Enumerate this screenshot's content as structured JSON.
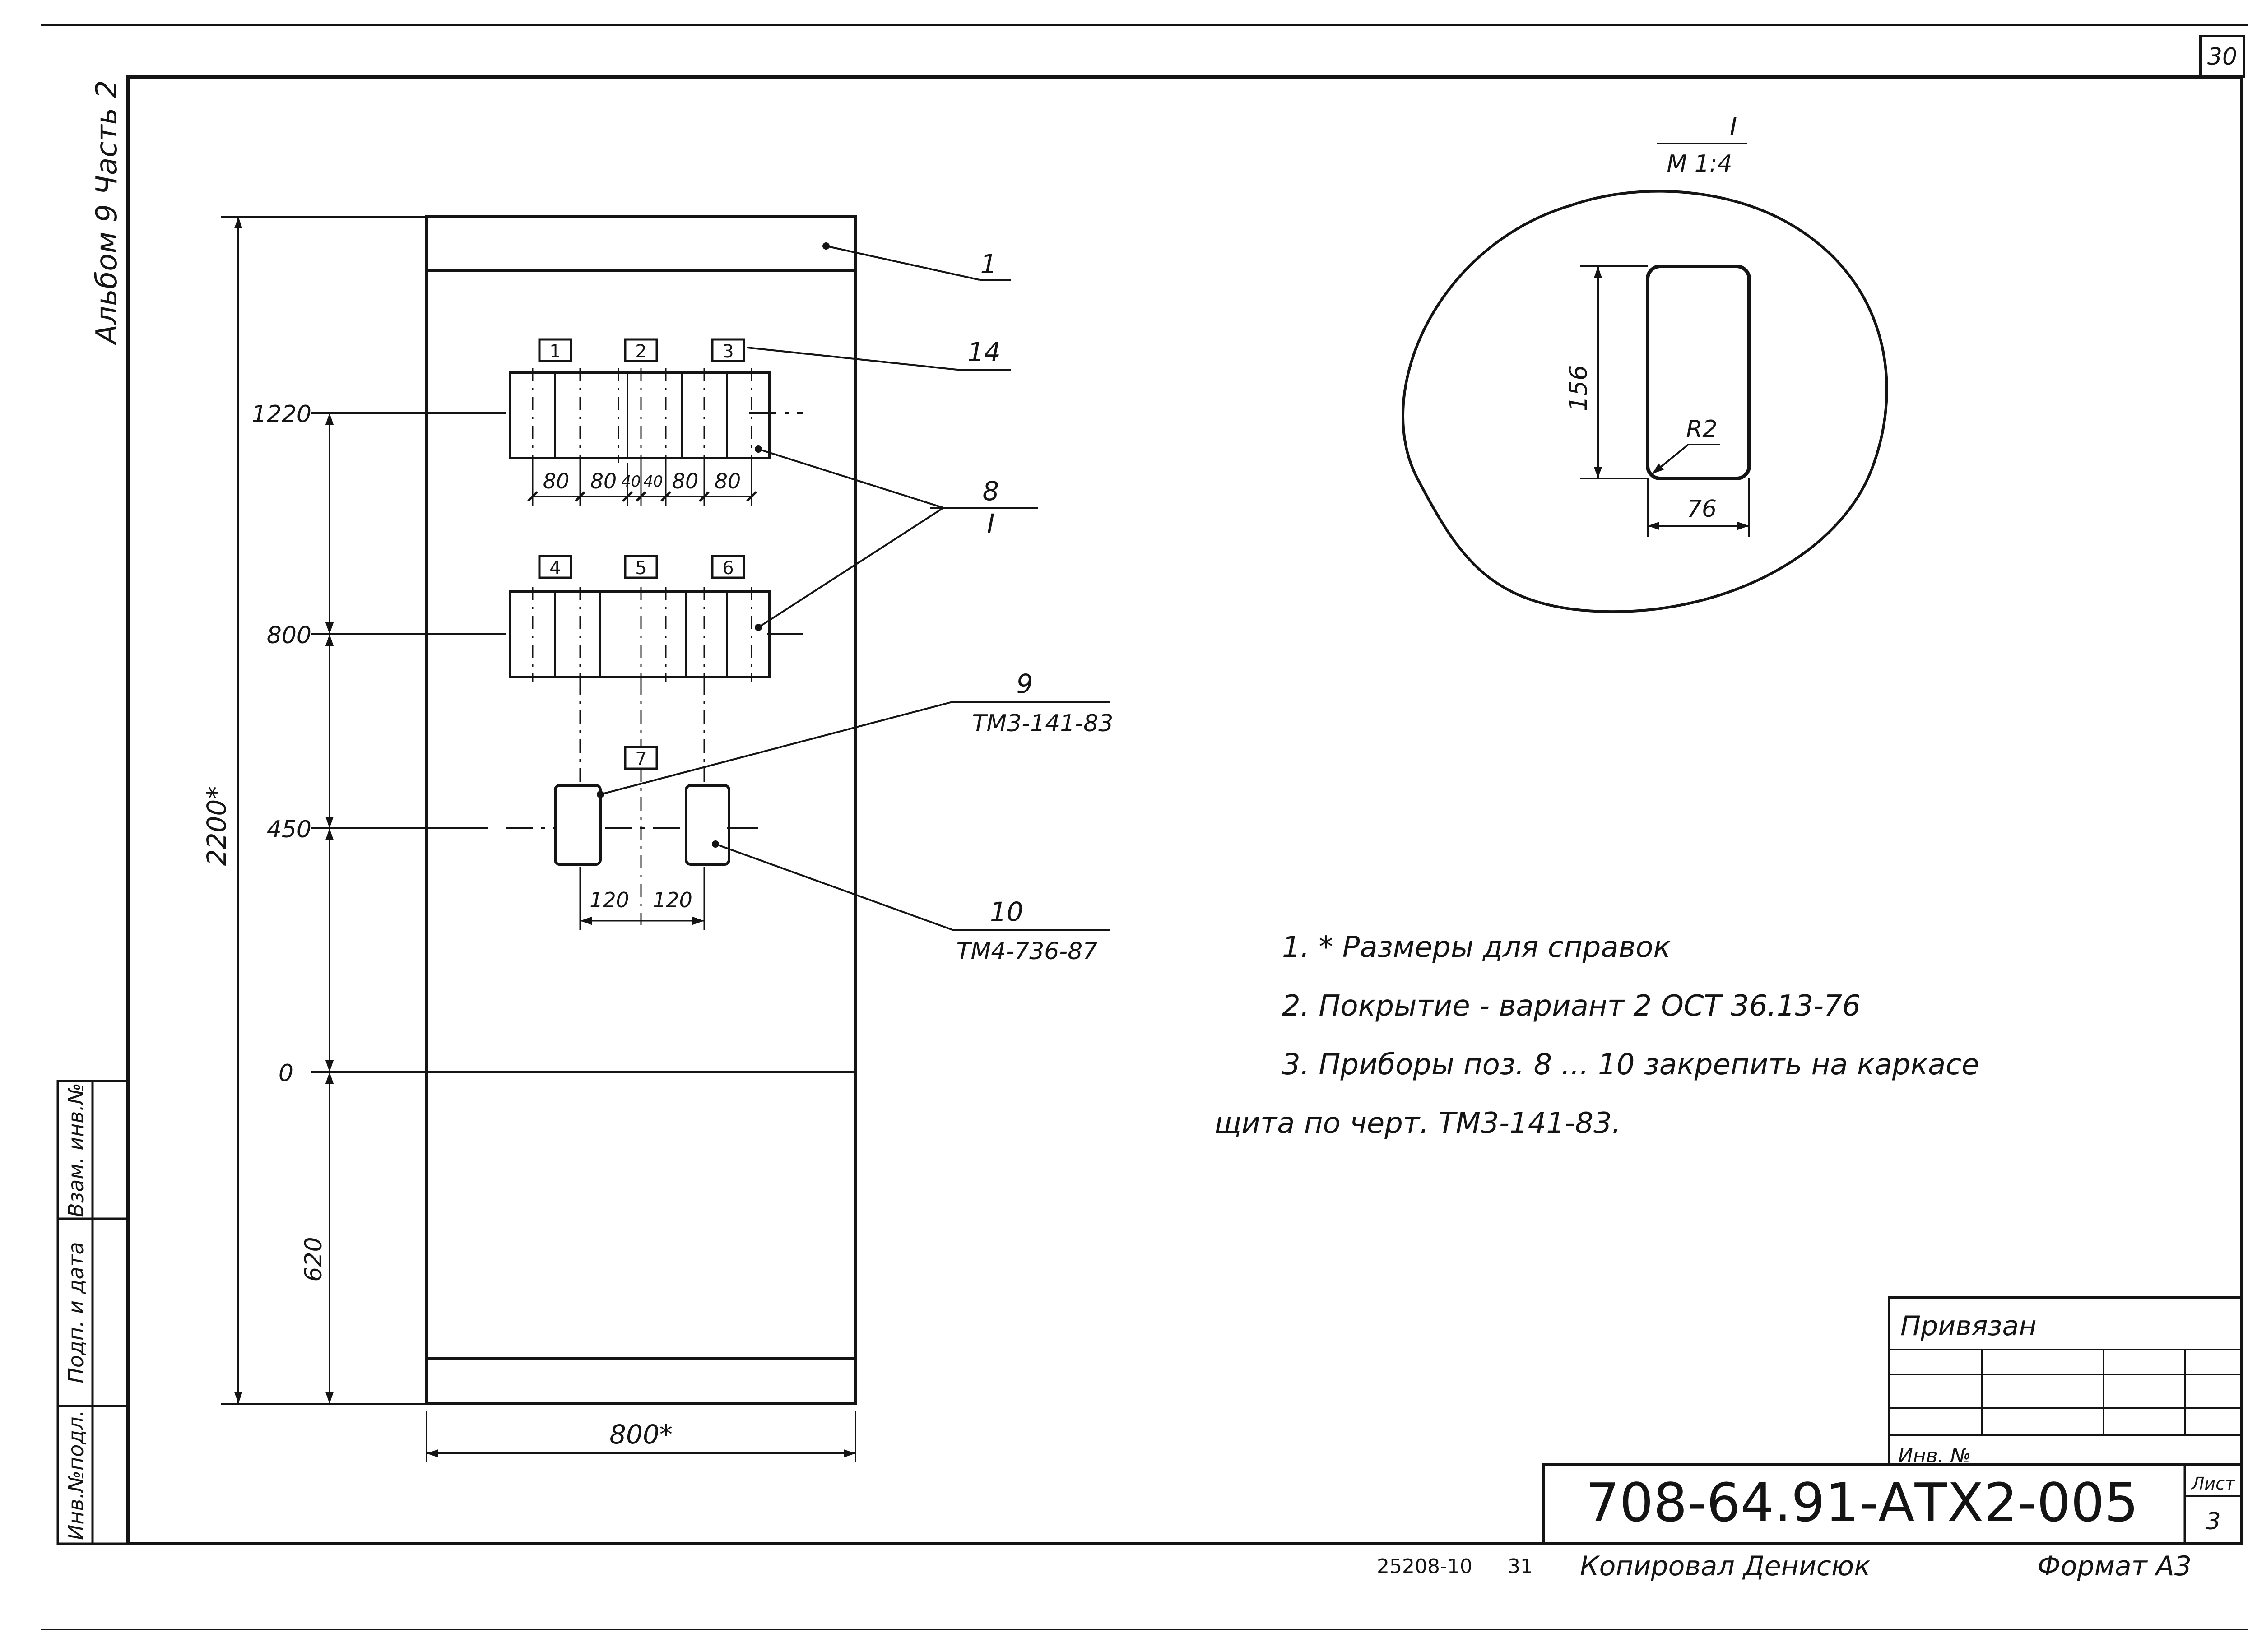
{
  "sheet": {
    "sheet_counter": "30",
    "album_label": "Альбом 9 Часть 2",
    "side_stamp": [
      "Инв.№подл.",
      "Подп. и дата",
      "Взам. инв.№"
    ]
  },
  "view_title": {
    "mark": "I",
    "scale": "М 1:4"
  },
  "detail": {
    "height": "156",
    "width": "76",
    "radius": "R2"
  },
  "panel": {
    "overall_width": "800*",
    "overall_height": "2200*",
    "level_labels": [
      "1220",
      "800",
      "450",
      "0",
      "620"
    ],
    "spacing_labels": [
      "80",
      "80",
      "40",
      "40",
      "80",
      "80"
    ],
    "lower_spacing": [
      "120",
      "120"
    ],
    "positions": [
      "1",
      "2",
      "3",
      "4",
      "5",
      "6",
      "7"
    ]
  },
  "callouts": {
    "c1": "1",
    "c14": "14",
    "c8": "8",
    "c8_sub": "I",
    "c9": "9",
    "c9_ref": "ТМ3-141-83",
    "c10": "10",
    "c10_ref": "ТМ4-736-87"
  },
  "notes": {
    "line1": "1. * Размеры для справок",
    "line2": "2. Покрытие - вариант 2 ОСТ 36.13-76",
    "line3": "3. Приборы поз. 8 ... 10 закрепить на каркасе",
    "line4": "щита по черт. ТМ3-141-83."
  },
  "title_block": {
    "bound_label": "Привязан",
    "inv_label": "Инв. №",
    "designation": "708-64.91-АТХ2-005",
    "sheet_label": "Лист",
    "sheet_number": "3"
  },
  "footer": {
    "order_number": "25208-10",
    "order_sheet": "31",
    "copied_by": "Копировал Денисюк",
    "format": "Формат А3"
  }
}
